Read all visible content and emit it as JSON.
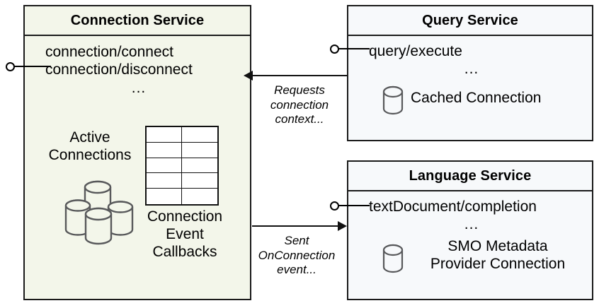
{
  "diagram": {
    "type": "component-architecture",
    "services": [
      {
        "id": "connection-service",
        "title": "Connection Service",
        "background": "#f3f6ea",
        "methods": [
          "connection/connect",
          "connection/disconnect"
        ],
        "ellipsis": "...",
        "provided_interface": "lollipop-socket",
        "artifacts": [
          {
            "label_lines": [
              "Active",
              "Connections"
            ],
            "icon": "database-cluster-icon"
          },
          {
            "label_lines": [
              "Connection",
              "Event",
              "Callbacks"
            ],
            "icon": "table-grid-icon"
          }
        ]
      },
      {
        "id": "query-service",
        "title": "Query Service",
        "background": "#f7f9fb",
        "methods": [
          "query/execute"
        ],
        "ellipsis": "...",
        "provided_interface": "lollipop-socket",
        "artifacts": [
          {
            "label_lines": [
              "Cached Connection"
            ],
            "icon": "database-icon"
          }
        ]
      },
      {
        "id": "language-service",
        "title": "Language Service",
        "background": "#f7f9fb",
        "methods": [
          "textDocument/completion"
        ],
        "ellipsis": "...",
        "provided_interface": "lollipop-socket",
        "artifacts": [
          {
            "label_lines": [
              "SMO Metadata",
              "Provider Connection"
            ],
            "icon": "database-icon"
          }
        ]
      }
    ],
    "connectors": [
      {
        "id": "query-to-connection",
        "from": "query-service",
        "to": "connection-service",
        "direction": "left",
        "label_lines": [
          "Requests",
          "connection",
          "context..."
        ]
      },
      {
        "id": "connection-to-language",
        "from": "connection-service",
        "to": "language-service",
        "direction": "right",
        "label_lines": [
          "Sent",
          "OnConnection",
          "event..."
        ]
      }
    ],
    "colors": {
      "stroke": "#1a1a1a",
      "connection_fill": "#f3f6ea",
      "service_fill": "#f7f9fb",
      "icon_stroke": "#58595b",
      "canvas": "#ffffff"
    }
  }
}
